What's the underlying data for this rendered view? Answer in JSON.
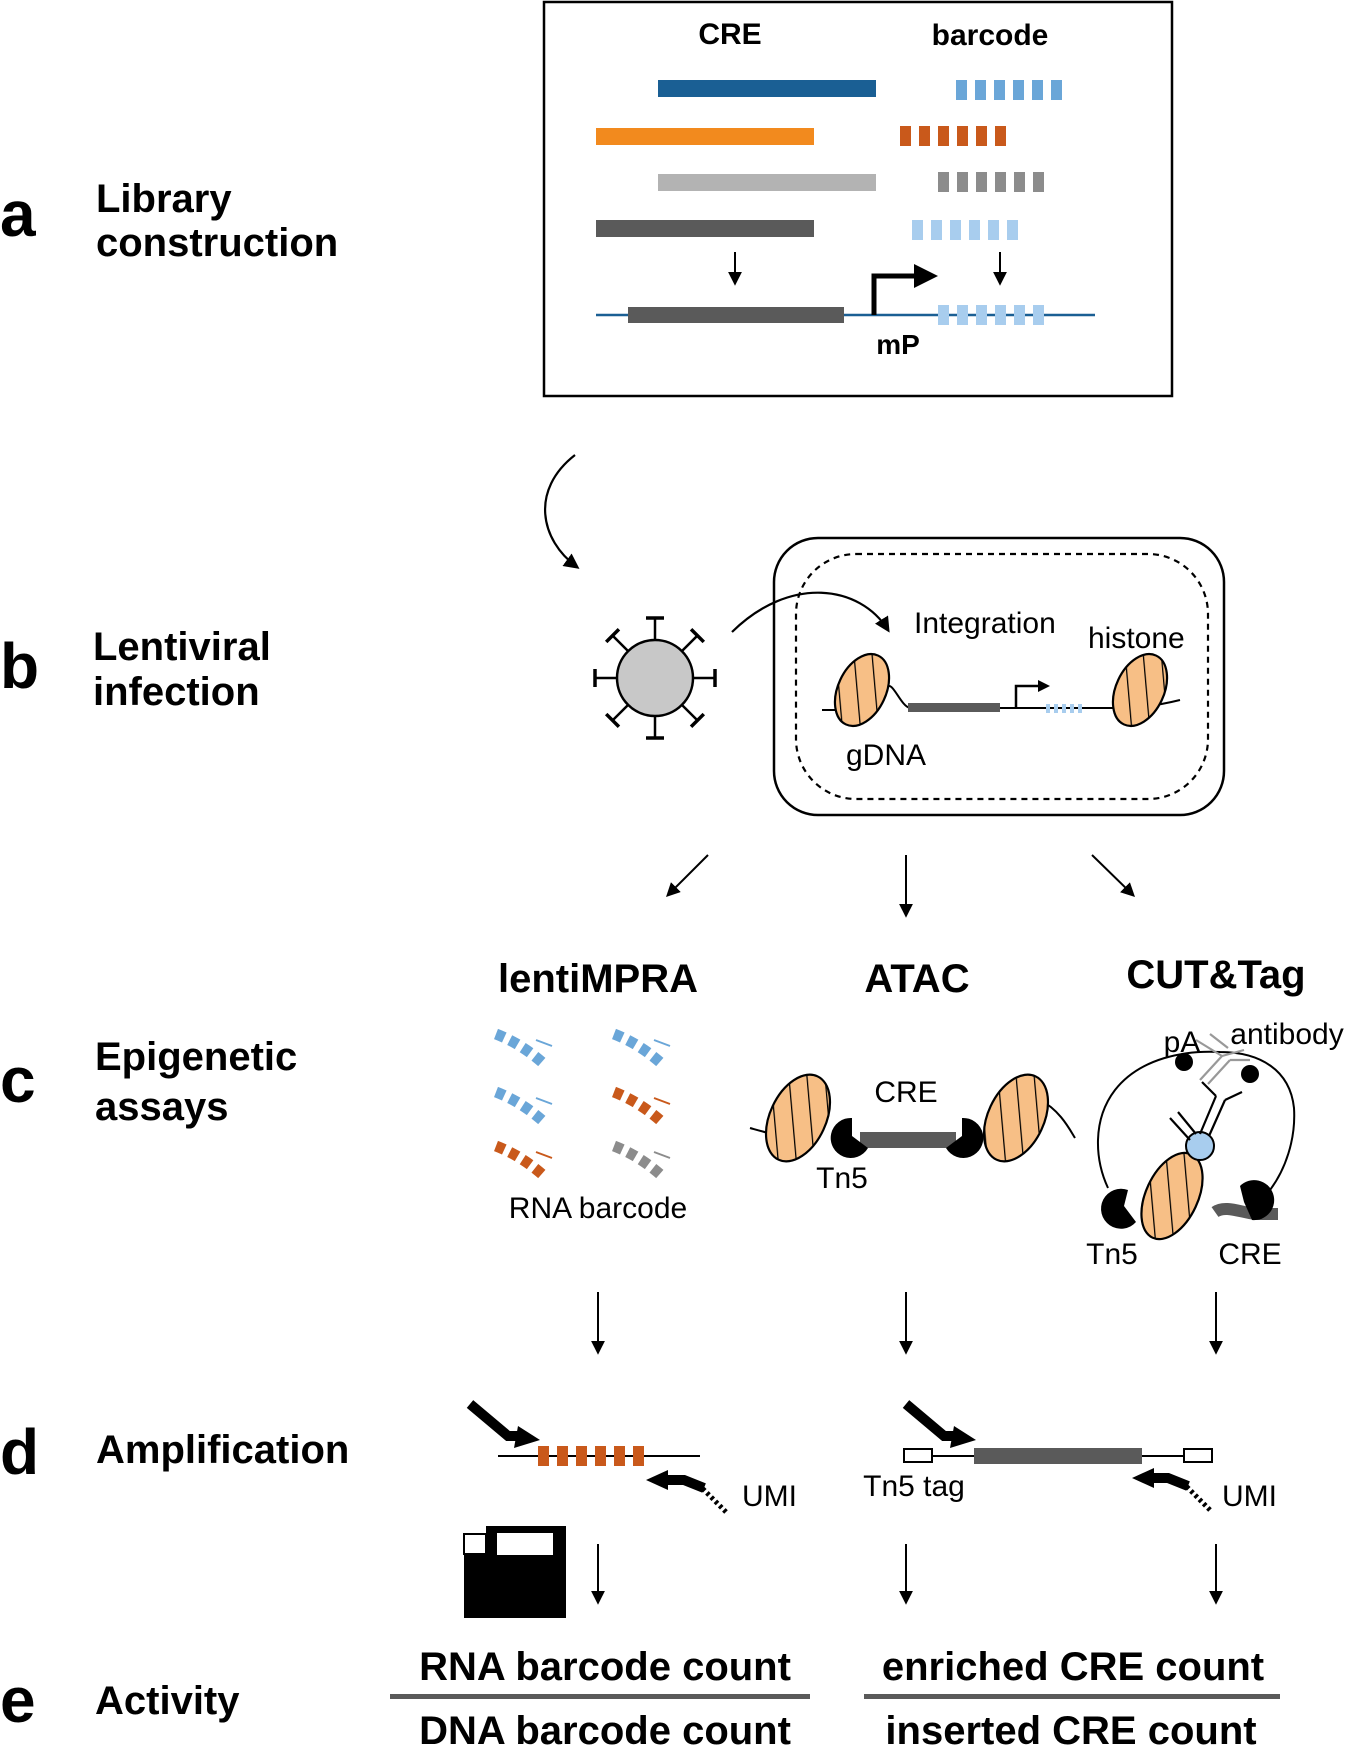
{
  "steps": [
    {
      "letter": "a",
      "title_lines": [
        "Library",
        "construction"
      ]
    },
    {
      "letter": "b",
      "title_lines": [
        "Lentiviral",
        "infection"
      ]
    },
    {
      "letter": "c",
      "title_lines": [
        "Epigenetic",
        "assays"
      ]
    },
    {
      "letter": "d",
      "title_lines": [
        "Amplification"
      ]
    },
    {
      "letter": "e",
      "title_lines": [
        "Activity"
      ]
    }
  ],
  "library": {
    "cre_header": "CRE",
    "barcode_header": "barcode",
    "promoter_label": "mP",
    "colors": [
      "#1a5f94",
      "#f28a1e",
      "#b3b3b3",
      "#5a5a5a"
    ],
    "barcode_colors": [
      "#6aa6d8",
      "#c9591b",
      "#8c8c8c",
      "#a8cdee"
    ]
  },
  "infection": {
    "integration_label": "Integration",
    "histone_label": "histone",
    "gdna_label": "gDNA"
  },
  "assays": {
    "lentimpra": {
      "title": "lentiMPRA",
      "rna_label": "RNA barcode"
    },
    "atac": {
      "title": "ATAC",
      "cre_label": "CRE",
      "tn5_label": "Tn5"
    },
    "cuttag": {
      "title": "CUT&Tag",
      "pa_label": "pA",
      "antibody_label": "antibody",
      "tn5_label": "Tn5",
      "cre_label": "CRE"
    }
  },
  "amplification": {
    "umi_label_left": "UMI",
    "tn5tag_label": "Tn5 tag",
    "umi_label_right": "UMI"
  },
  "activity": {
    "left_numerator": "RNA barcode count",
    "left_denominator": "DNA barcode count",
    "right_numerator": "enriched CRE count",
    "right_denominator": "inserted CRE count"
  },
  "colors": {
    "histone_fill": "#f7bf86",
    "virus_fill": "#c8c8c8",
    "blue_ball": "#a8cdee",
    "cre_dark": "#5a5a5a",
    "line_blue": "#1a5f94"
  }
}
